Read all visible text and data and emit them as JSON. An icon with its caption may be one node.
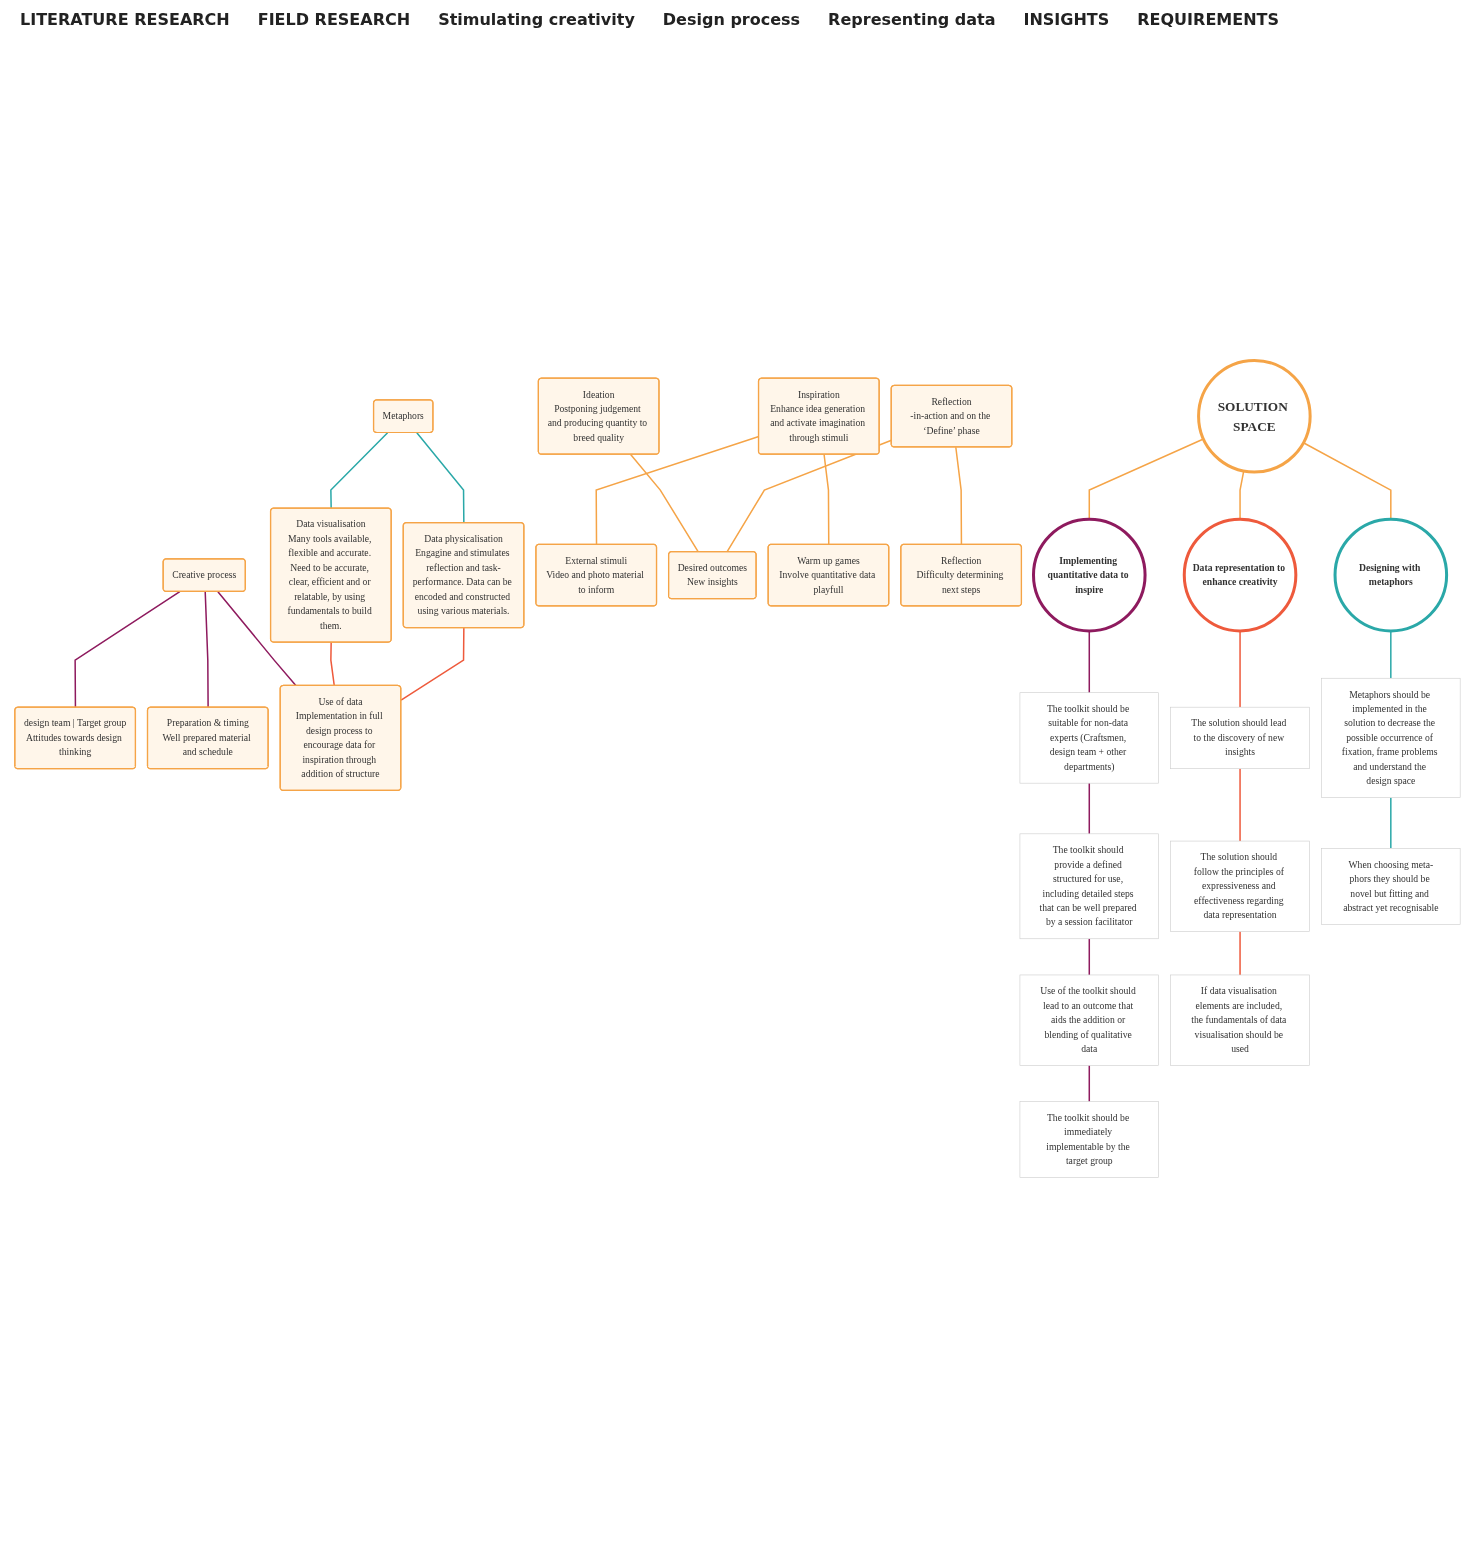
{
  "diagram": {
    "nodes": [
      {
        "text": [
          "SOLUTION SPACE"
        ]
      },
      {
        "text": [
          "Metaphors"
        ]
      },
      {
        "text": [
          "Creative process"
        ]
      },
      {
        "text": [
          "Inspiration",
          "Enhance idea generation and activate imagination through stimuli"
        ]
      },
      {
        "text": [
          "Ideation",
          "Postponing judgement and producing quantity to breed quality"
        ]
      },
      {
        "text": [
          "Reflection",
          "-in-action and on the ‘Define’ phase"
        ]
      },
      {
        "text": [
          "Data visualisation",
          "Many tools available, flexible and accurate. Need to be accurate, clear, efficient and or relatable, by using fundamentals to build them."
        ]
      },
      {
        "text": [
          "Data physicalisation",
          "Engagine and stimulates reflection and task-performance. Data can be encoded and constructed using various materials."
        ]
      },
      {
        "text": [
          "design team | Target group",
          "Attitudes towards design thinking"
        ]
      },
      {
        "text": [
          "Preparation & timing",
          "Well prepared material and schedule"
        ]
      },
      {
        "text": [
          "External stimuli",
          "Video and photo material to inform"
        ]
      },
      {
        "text": [
          "Desired outcomes",
          "New insights"
        ]
      },
      {
        "text": [
          "Warm up games",
          "Involve quantitative data playfull"
        ]
      },
      {
        "text": [
          "Reflection",
          "Difficulty determining next steps"
        ]
      },
      {
        "text": [
          "Use of data",
          "Implementation in full design process to encourage data for inspiration through addition of structure"
        ]
      },
      {
        "text": [
          "Implementing quantitative data to inspire"
        ]
      },
      {
        "text": [
          "Data representation to enhance creativity"
        ]
      },
      {
        "text": [
          "Designing with metaphors"
        ]
      },
      {
        "text": [
          "The toolkit should be suitable for non-data experts (Craftsmen, design team + other departments)"
        ]
      },
      {
        "text": [
          "The toolkit should provide a defined structured for use, including detailed steps that can be well prepared by a session facilitator"
        ]
      },
      {
        "text": [
          "Use of the toolkit should lead to an outcome that aids the addition or blending of qualitative data"
        ]
      },
      {
        "text": [
          "The toolkit should be immediately implementable by the target group"
        ]
      },
      {
        "text": [
          "The solution should lead to the discovery of new insights"
        ]
      },
      {
        "text": [
          "The solution should follow the principles of expressiveness and effectiveness regarding data representation"
        ]
      },
      {
        "text": [
          "If data visualisation elements are included, the fundamentals of data visualisation should be used"
        ]
      },
      {
        "text": [
          "Metaphors should be implemented in the solution to decrease the possible occurrence of fixation, frame problems and understand the design space"
        ]
      },
      {
        "text": [
          "When choosing meta-phors they should be novel but fitting and abstract yet recognisable"
        ]
      }
    ],
    "edges": [
      {
        "from": 2,
        "to": 8,
        "arrow": "none",
        "color": "#8e1a5e"
      },
      {
        "from": 2,
        "to": 9,
        "arrow": "none",
        "color": "#8e1a5e"
      },
      {
        "from": 2,
        "to": 14,
        "arrow": "none",
        "color": "#8e1a5e"
      },
      {
        "from": 1,
        "to": 6,
        "arrow": "none",
        "color": "#2aa8a8"
      },
      {
        "from": 1,
        "to": 7,
        "arrow": "none",
        "color": "#2aa8a8"
      },
      {
        "from": 3,
        "to": 10,
        "arrow": "none"
      },
      {
        "from": 3,
        "to": 12,
        "arrow": "none"
      },
      {
        "from": 4,
        "to": 11,
        "arrow": "none"
      },
      {
        "from": 5,
        "to": 11,
        "arrow": "none"
      },
      {
        "from": 5,
        "to": 13,
        "arrow": "none"
      },
      {
        "from": 6,
        "to": 14,
        "arrow": "none",
        "color": "#ee5a3c"
      },
      {
        "from": 7,
        "to": 14,
        "arrow": "none",
        "color": "#ee5a3c"
      },
      {
        "from": 0,
        "to": 15,
        "arrow": "none"
      },
      {
        "from": 0,
        "to": 16,
        "arrow": "none"
      },
      {
        "from": 0,
        "to": 17,
        "arrow": "none"
      },
      {
        "from": 15,
        "to": 18,
        "arrow": "none",
        "color": "#8e1a5e"
      },
      {
        "from": 18,
        "to": 19,
        "arrow": "none",
        "color": "#8e1a5e"
      },
      {
        "from": 19,
        "to": 20,
        "arrow": "none",
        "color": "#8e1a5e"
      },
      {
        "from": 20,
        "to": 21,
        "arrow": "none",
        "color": "#8e1a5e"
      },
      {
        "from": 16,
        "to": 22,
        "arrow": "none",
        "color": "#ee5a3c"
      },
      {
        "from": 22,
        "to": 23,
        "arrow": "none",
        "color": "#ee5a3c"
      },
      {
        "from": 23,
        "to": 24,
        "arrow": "none",
        "color": "#ee5a3c"
      },
      {
        "from": 17,
        "to": 25,
        "arrow": "none",
        "color": "#2aa8a8"
      },
      {
        "from": 25,
        "to": 26,
        "arrow": "none",
        "color": "#2aa8a8"
      }
    ],
    "labels": [
      "LITERATURE RESEARCH",
      "FIELD RESEARCH",
      "Stimulating creativity",
      "Design process",
      "Representing data",
      "INSIGHTS",
      "REQUIREMENTS"
    ]
  }
}
